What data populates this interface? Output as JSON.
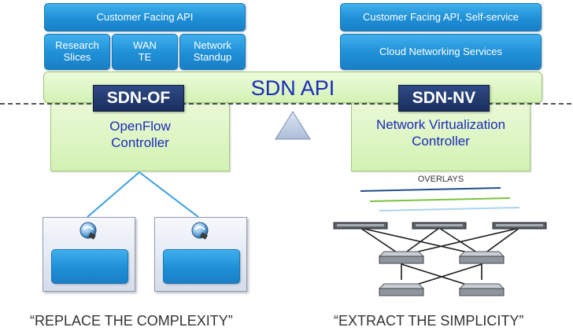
{
  "left_stack": {
    "api_label": "Customer Facing API",
    "apps": [
      {
        "line1": "Research",
        "line2": "Slices"
      },
      {
        "line1": "WAN",
        "line2": "TE"
      },
      {
        "line1": "Network",
        "line2": "Standup"
      }
    ]
  },
  "right_stack": {
    "api_label": "Customer Facing API, Self-service",
    "services_label": "Cloud Networking Services"
  },
  "sdn_api": {
    "label": "SDN API"
  },
  "left_controller": {
    "badge": "SDN-OF",
    "line1": "OpenFlow",
    "line2": "Controller"
  },
  "right_controller": {
    "badge": "SDN-NV",
    "line1": "Network Virtualization",
    "line2": "Controller"
  },
  "overlays": {
    "label": "OVERLAYS",
    "line_colors": [
      "#1f4e8c",
      "#7cc242",
      "#a9d4ec"
    ]
  },
  "captions": {
    "left": "“REPLACE THE COMPLEXITY”",
    "right": "“EXTRACT THE SIMPLICITY”"
  },
  "colors": {
    "blue_box": "#1e8fd6",
    "green_layer": "#d7f3bc",
    "navy_badge": "#1e3262",
    "controller_text": "#1b2bb8"
  }
}
